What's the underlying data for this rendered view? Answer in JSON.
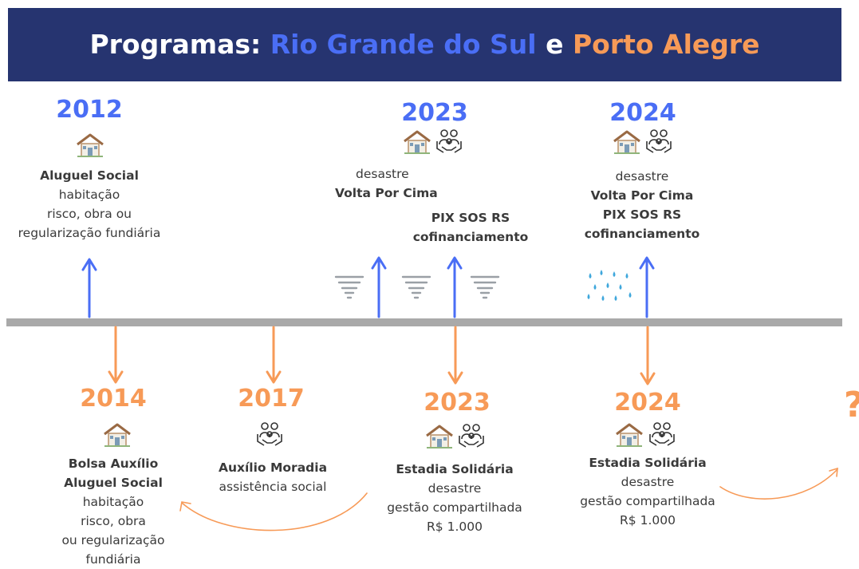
{
  "header": {
    "prefix": "Programas:",
    "state": "Rio Grande do Sul",
    "conj": "e",
    "city": "Porto Alegre"
  },
  "colors": {
    "banner": "#263470",
    "state": "#4a6ef5",
    "city": "#f79a57",
    "timeline": "#a9a9a9"
  },
  "top": [
    {
      "year": "2012",
      "icons": [
        "house-icon"
      ],
      "lines": [
        "Aluguel Social",
        "habitação",
        "risco, obra ou",
        "regularização fundiária"
      ]
    },
    {
      "year": "2023",
      "icons": [
        "house-icon",
        "family-care-icon"
      ],
      "lines": [
        "desastre",
        "Volta Por Cima",
        "PIX SOS RS",
        "cofinanciamento"
      ]
    },
    {
      "year": "2024",
      "icons": [
        "house-icon",
        "family-care-icon"
      ],
      "lines": [
        "desastre",
        "Volta Por Cima",
        "PIX SOS RS",
        "cofinanciamento"
      ]
    }
  ],
  "bottom": [
    {
      "year": "2014",
      "icons": [
        "house-icon"
      ],
      "lines": [
        "Bolsa Auxílio",
        "Aluguel Social",
        "habitação",
        "risco, obra",
        "ou regularização",
        "fundiária"
      ]
    },
    {
      "year": "2017",
      "icons": [
        "family-care-icon"
      ],
      "lines": [
        "Auxílio Moradia",
        "assistência social"
      ]
    },
    {
      "year": "2023",
      "icons": [
        "house-icon",
        "family-care-icon"
      ],
      "lines": [
        "Estadia Solidária",
        "desastre",
        "gestão compartilhada",
        "R$ 1.000"
      ]
    },
    {
      "year": "2024",
      "icons": [
        "house-icon",
        "family-care-icon"
      ],
      "lines": [
        "Estadia Solidária",
        "desastre",
        "gestão compartilhada",
        "R$ 1.000"
      ]
    }
  ],
  "future_mark": "?",
  "hazard_icons": [
    "tornado-icon",
    "tornado-icon",
    "tornado-icon",
    "rain-icon"
  ]
}
